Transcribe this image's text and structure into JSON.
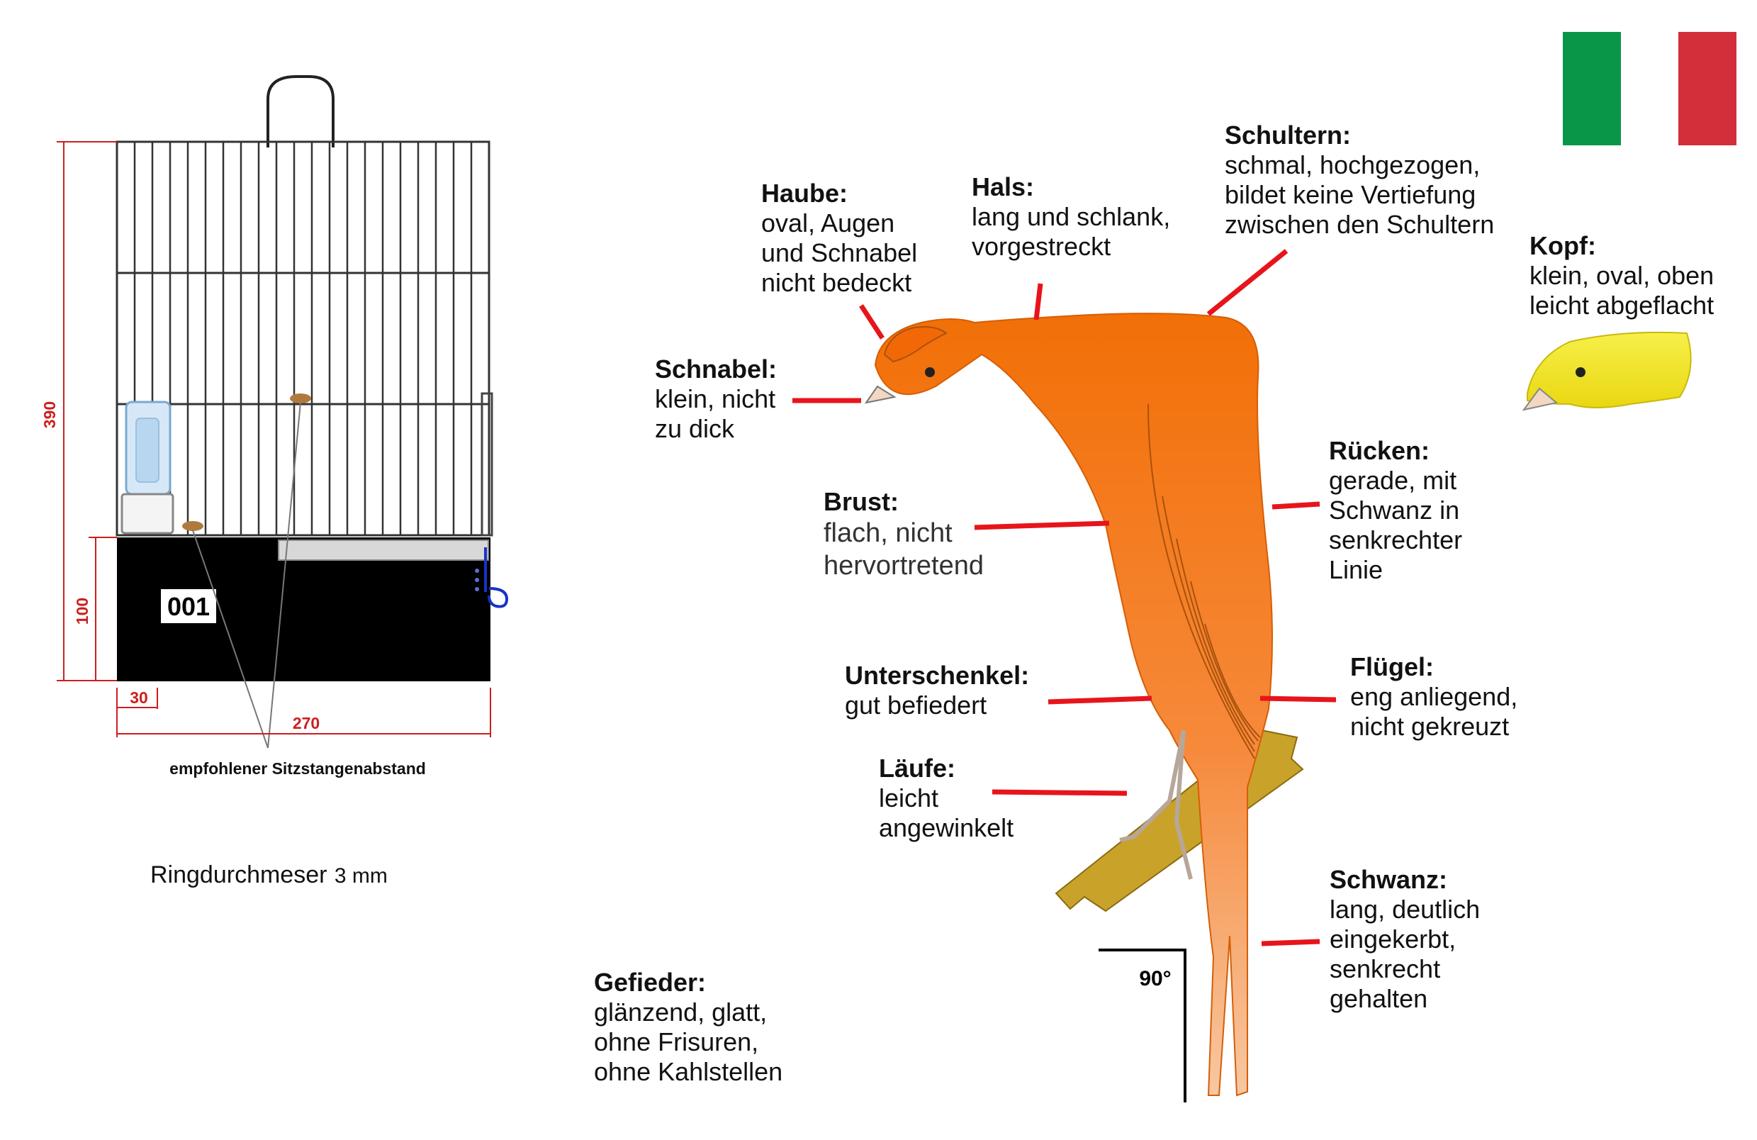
{
  "flag": {
    "colors": [
      "#0a9648",
      "#ffffff",
      "#d22f3b"
    ]
  },
  "cage": {
    "cage_number": "001",
    "dims": {
      "height_total": "390",
      "height_base": "100",
      "offset": "30",
      "width": "270"
    },
    "perch_caption": "empfohlener Sitzstangenabstand",
    "ring_label": "Ringdurchmeser",
    "ring_value": "3 mm"
  },
  "labels": {
    "haube": {
      "title": "Haube:",
      "text": "oval, Augen\nund Schnabel\nnicht bedeckt"
    },
    "hals": {
      "title": "Hals:",
      "text": "lang und schlank,\nvorgestreckt"
    },
    "schultern": {
      "title": "Schultern:",
      "text": "schmal, hochgezogen,\nbildet keine Vertiefung\nzwischen den Schultern"
    },
    "kopf": {
      "title": "Kopf:",
      "text": "klein, oval, oben\nleicht abgeflacht"
    },
    "schnabel": {
      "title": "Schnabel:",
      "text": "klein, nicht\nzu dick"
    },
    "ruecken": {
      "title": "Rücken:",
      "text": "gerade, mit\nSchwanz in\nsenkrechter\nLinie"
    },
    "brust": {
      "title": "Brust:",
      "text": "flach, nicht\nhervortretend"
    },
    "unterschenkel": {
      "title": "Unterschenkel:",
      "text": "gut befiedert"
    },
    "fluegel": {
      "title": "Flügel:",
      "text": "eng anliegend,\nnicht gekreuzt"
    },
    "laeufe": {
      "title": "Läufe:",
      "text": "leicht\nangewinkelt"
    },
    "schwanz": {
      "title": "Schwanz:",
      "text": "lang, deutlich\neingekerbt,\nsenkrecht\ngehalten"
    },
    "gefieder": {
      "title": "Gefieder:",
      "text": "glänzend, glatt,\nohne Frisuren,\nohne Kahlstellen"
    }
  },
  "angle_label": "90°",
  "colors": {
    "pointer": "#e8141b",
    "bird": "#f7780f",
    "head_yellow": "#f4e81c",
    "dimension": "#cc1f1f"
  }
}
